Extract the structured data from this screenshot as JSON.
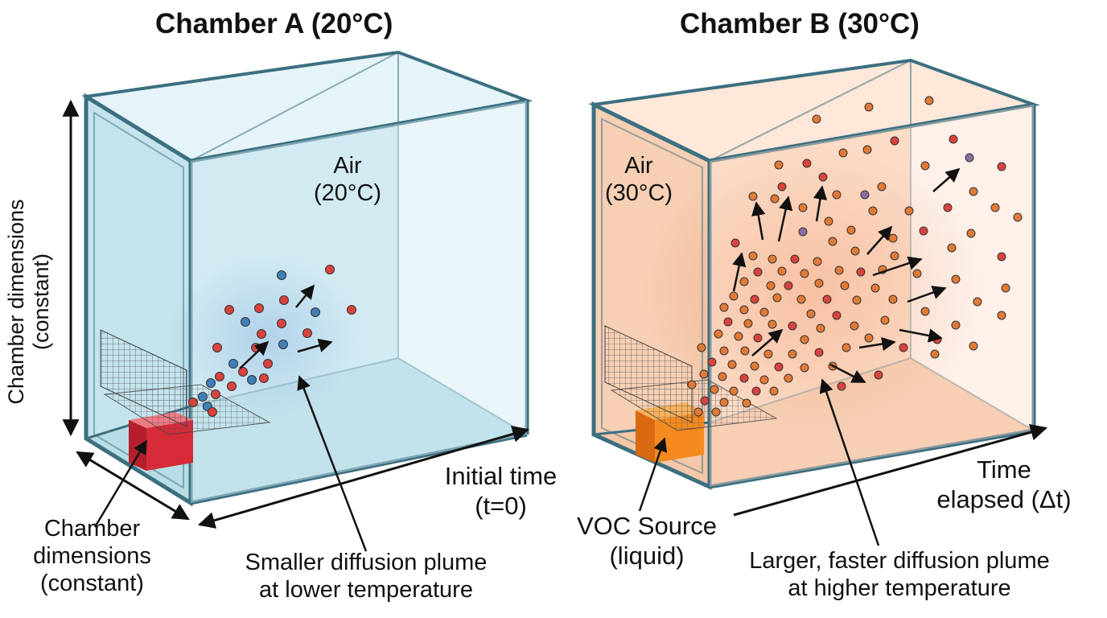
{
  "colors": {
    "chamber_a_glass": "#cfe9f1",
    "chamber_b_glass": "#fbdcc7",
    "frame_edge": "#3c6f80",
    "molecule_red": "#d9433e",
    "molecule_blue": "#3f7fb8",
    "molecule_orange": "#e27a37",
    "voc_source_a": "#d72b38",
    "voc_source_b": "#f58a1f"
  },
  "chamber_a": {
    "title": "Chamber A (20°C)",
    "air_label": "Air",
    "air_temp": "(20°C)",
    "height_label_line1": "Chamber dimensions",
    "height_label_line2": "(constant)",
    "depth_label_line1": "Chamber",
    "depth_label_line2": "dimensions",
    "depth_label_line3": "(constant)",
    "time_label_line1": "Initial time",
    "time_label_line2": "(t=0)",
    "plume_label_line1": "Smaller diffusion plume",
    "plume_label_line2": "at lower temperature"
  },
  "chamber_b": {
    "title": "Chamber B (30°C)",
    "air_label": "Air",
    "air_temp": "(30°C)",
    "source_label_line1": "VOC Source",
    "source_label_line2": "(liquid)",
    "time_label_line1": "Time",
    "time_label_line2": "elapsed (Δt)",
    "plume_label_line1": "Larger, faster diffusion plume",
    "plume_label_line2": "at higher temperature"
  }
}
